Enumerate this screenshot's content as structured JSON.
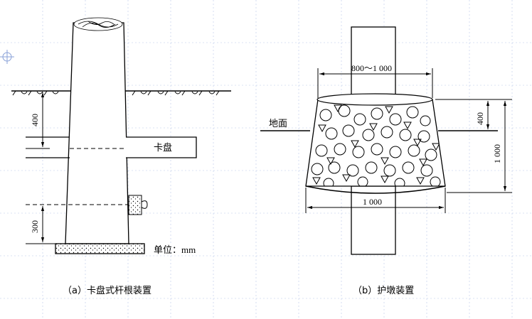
{
  "left": {
    "dim_top": "400",
    "dim_bottom": "300",
    "chuck_label": "卡盘",
    "unit_label": "单位：mm",
    "caption": "（a）卡盘式杆根装置"
  },
  "right": {
    "dim_top_width": "800～1 000",
    "ground_label": "地面",
    "dim_above_ground": "400",
    "dim_height": "1 000",
    "dim_bottom_width": "1 000",
    "caption": "（b）护墩装置"
  },
  "colors": {
    "ink": "#000000",
    "grid": "#b8c8e8"
  }
}
